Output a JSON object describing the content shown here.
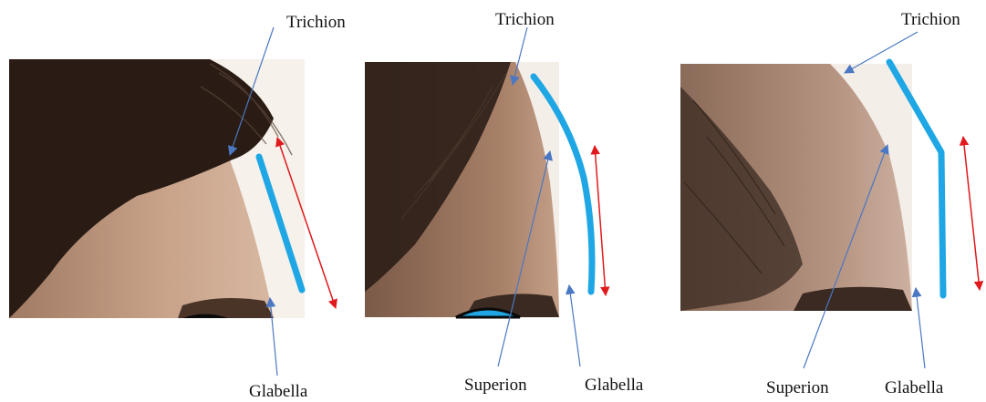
{
  "figure": {
    "panels": [
      {
        "id": "panel-1",
        "labels": {
          "top": "Trichion",
          "bottom": "Glabella"
        }
      },
      {
        "id": "panel-2",
        "labels": {
          "top": "Trichion",
          "bottom_left": "Superion",
          "bottom_right": "Glabella"
        }
      },
      {
        "id": "panel-3",
        "labels": {
          "top": "Trichion",
          "bottom_left": "Superion",
          "bottom_right": "Glabella"
        }
      }
    ]
  },
  "colors": {
    "contour_line": "#1ea7e4",
    "pointer_arrow": "#4a78c2",
    "measure_arrow": "#e0191d",
    "skin": "#c9a184",
    "hair": "#2a1c14",
    "background": "#ffffff"
  }
}
